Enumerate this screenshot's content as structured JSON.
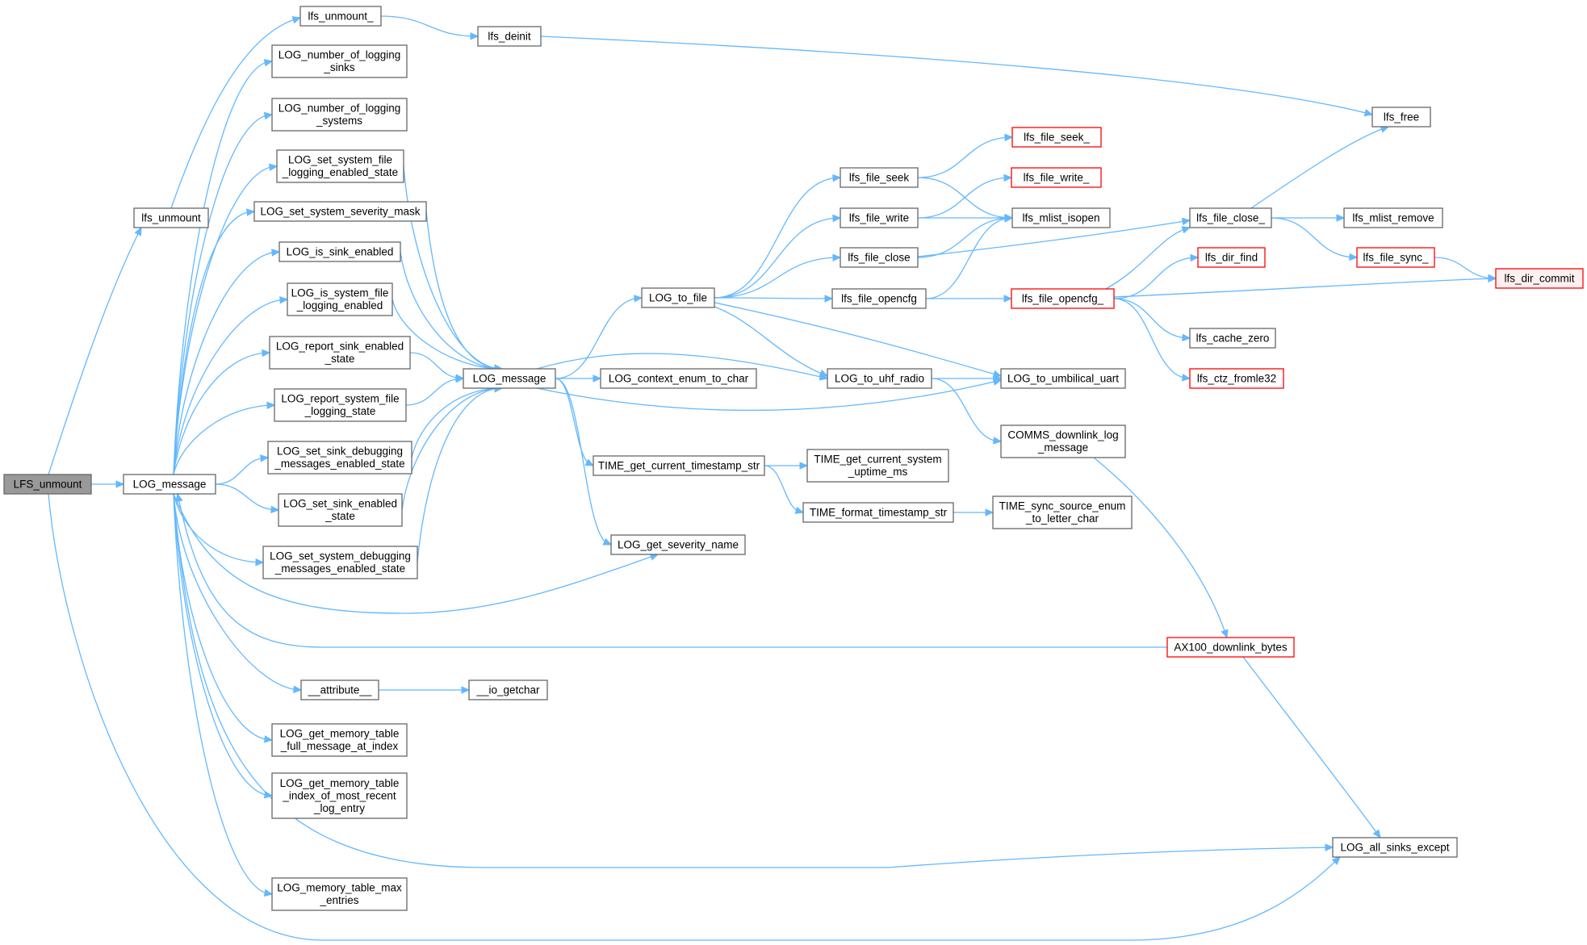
{
  "graph": {
    "nodes": [
      {
        "id": "root",
        "lines": [
          "LFS_unmount"
        ],
        "style": "root"
      },
      {
        "id": "logmsg_a",
        "lines": [
          "LOG_message"
        ]
      },
      {
        "id": "lfs_unmount",
        "lines": [
          "lfs_unmount"
        ]
      },
      {
        "id": "lfs_unmount_",
        "lines": [
          "lfs_unmount_"
        ]
      },
      {
        "id": "lfs_deinit",
        "lines": [
          "lfs_deinit"
        ]
      },
      {
        "id": "lfs_free",
        "lines": [
          "lfs_free"
        ]
      },
      {
        "id": "num_sinks",
        "lines": [
          "LOG_number_of_logging",
          "_sinks"
        ]
      },
      {
        "id": "num_systems",
        "lines": [
          "LOG_number_of_logging",
          "_systems"
        ]
      },
      {
        "id": "set_sys_file",
        "lines": [
          "LOG_set_system_file",
          "_logging_enabled_state"
        ]
      },
      {
        "id": "set_sev_mask",
        "lines": [
          "LOG_set_system_severity_mask"
        ]
      },
      {
        "id": "is_sink",
        "lines": [
          "LOG_is_sink_enabled"
        ]
      },
      {
        "id": "is_sys_file",
        "lines": [
          "LOG_is_system_file",
          "_logging_enabled"
        ]
      },
      {
        "id": "rep_sink",
        "lines": [
          "LOG_report_sink_enabled",
          "_state"
        ]
      },
      {
        "id": "rep_sys_file",
        "lines": [
          "LOG_report_system_file",
          "_logging_state"
        ]
      },
      {
        "id": "set_sink_dbg",
        "lines": [
          "LOG_set_sink_debugging",
          "_messages_enabled_state"
        ]
      },
      {
        "id": "set_sink_en",
        "lines": [
          "LOG_set_sink_enabled",
          "_state"
        ]
      },
      {
        "id": "set_sys_dbg",
        "lines": [
          "LOG_set_system_debugging",
          "_messages_enabled_state"
        ]
      },
      {
        "id": "logmsg_b",
        "lines": [
          "LOG_message"
        ]
      },
      {
        "id": "log_to_file",
        "lines": [
          "LOG_to_file"
        ]
      },
      {
        "id": "ctx_enum",
        "lines": [
          "LOG_context_enum_to_char"
        ]
      },
      {
        "id": "time_ts_str",
        "lines": [
          "TIME_get_current_timestamp_str"
        ]
      },
      {
        "id": "sev_name",
        "lines": [
          "LOG_get_severity_name"
        ]
      },
      {
        "id": "file_seek",
        "lines": [
          "lfs_file_seek"
        ]
      },
      {
        "id": "file_write",
        "lines": [
          "lfs_file_write"
        ]
      },
      {
        "id": "file_close",
        "lines": [
          "lfs_file_close"
        ]
      },
      {
        "id": "file_opencfg",
        "lines": [
          "lfs_file_opencfg"
        ]
      },
      {
        "id": "uhf",
        "lines": [
          "LOG_to_uhf_radio"
        ]
      },
      {
        "id": "file_seek_",
        "lines": [
          "lfs_file_seek_"
        ],
        "style": "trunc"
      },
      {
        "id": "file_write_",
        "lines": [
          "lfs_file_write_"
        ],
        "style": "trunc"
      },
      {
        "id": "mlist_isopen",
        "lines": [
          "lfs_mlist_isopen"
        ]
      },
      {
        "id": "file_opencfg_",
        "lines": [
          "lfs_file_opencfg_"
        ],
        "style": "trunc"
      },
      {
        "id": "umb_uart",
        "lines": [
          "LOG_to_umbilical_uart"
        ]
      },
      {
        "id": "comms_dl",
        "lines": [
          "COMMS_downlink_log",
          "_message"
        ]
      },
      {
        "id": "uptime",
        "lines": [
          "TIME_get_current_system",
          "_uptime_ms"
        ]
      },
      {
        "id": "fmt_ts",
        "lines": [
          "TIME_format_timestamp_str"
        ]
      },
      {
        "id": "sync_src",
        "lines": [
          "TIME_sync_source_enum",
          "_to_letter_char"
        ]
      },
      {
        "id": "file_close_",
        "lines": [
          "lfs_file_close_"
        ]
      },
      {
        "id": "dir_find",
        "lines": [
          "lfs_dir_find"
        ],
        "style": "trunc"
      },
      {
        "id": "cache_zero",
        "lines": [
          "lfs_cache_zero"
        ]
      },
      {
        "id": "ctz_fromle",
        "lines": [
          "lfs_ctz_fromle32"
        ],
        "style": "trunc"
      },
      {
        "id": "mlist_remove",
        "lines": [
          "lfs_mlist_remove"
        ]
      },
      {
        "id": "file_sync_",
        "lines": [
          "lfs_file_sync_"
        ],
        "style": "trunc"
      },
      {
        "id": "dir_commit",
        "lines": [
          "lfs_dir_commit"
        ],
        "style": "trunc-fill"
      },
      {
        "id": "ax100",
        "lines": [
          "AX100_downlink_bytes"
        ],
        "style": "trunc"
      },
      {
        "id": "attribute",
        "lines": [
          "__attribute__"
        ]
      },
      {
        "id": "io_getchar",
        "lines": [
          "__io_getchar"
        ]
      },
      {
        "id": "mem_full",
        "lines": [
          "LOG_get_memory_table",
          "_full_message_at_index"
        ]
      },
      {
        "id": "mem_idx",
        "lines": [
          "LOG_get_memory_table",
          "_index_of_most_recent",
          "_log_entry"
        ]
      },
      {
        "id": "all_sinks",
        "lines": [
          "LOG_all_sinks_except"
        ]
      },
      {
        "id": "mem_max",
        "lines": [
          "LOG_memory_table_max",
          "_entries"
        ]
      }
    ],
    "edges": [
      [
        "root",
        "logmsg_a"
      ],
      [
        "root",
        "lfs_unmount"
      ],
      [
        "root",
        "all_sinks"
      ],
      [
        "lfs_unmount",
        "lfs_unmount_"
      ],
      [
        "lfs_unmount_",
        "lfs_deinit"
      ],
      [
        "lfs_deinit",
        "lfs_free"
      ],
      [
        "logmsg_a",
        "num_sinks"
      ],
      [
        "logmsg_a",
        "num_systems"
      ],
      [
        "logmsg_a",
        "set_sys_file"
      ],
      [
        "logmsg_a",
        "set_sev_mask"
      ],
      [
        "logmsg_a",
        "is_sink"
      ],
      [
        "logmsg_a",
        "is_sys_file"
      ],
      [
        "logmsg_a",
        "rep_sink"
      ],
      [
        "logmsg_a",
        "rep_sys_file"
      ],
      [
        "logmsg_a",
        "set_sink_dbg"
      ],
      [
        "logmsg_a",
        "set_sink_en"
      ],
      [
        "logmsg_a",
        "set_sys_dbg"
      ],
      [
        "logmsg_a",
        "sev_name"
      ],
      [
        "logmsg_a",
        "attribute"
      ],
      [
        "logmsg_a",
        "mem_full"
      ],
      [
        "logmsg_a",
        "mem_idx"
      ],
      [
        "logmsg_a",
        "all_sinks"
      ],
      [
        "logmsg_a",
        "mem_max"
      ],
      [
        "set_sys_file",
        "logmsg_b"
      ],
      [
        "set_sev_mask",
        "logmsg_b"
      ],
      [
        "is_sink",
        "logmsg_b"
      ],
      [
        "is_sys_file",
        "logmsg_b"
      ],
      [
        "rep_sink",
        "logmsg_b"
      ],
      [
        "rep_sys_file",
        "logmsg_b"
      ],
      [
        "set_sink_dbg",
        "logmsg_b"
      ],
      [
        "set_sink_en",
        "logmsg_b"
      ],
      [
        "set_sys_dbg",
        "logmsg_b"
      ],
      [
        "logmsg_b",
        "log_to_file"
      ],
      [
        "logmsg_b",
        "ctx_enum"
      ],
      [
        "logmsg_b",
        "time_ts_str"
      ],
      [
        "logmsg_b",
        "sev_name"
      ],
      [
        "logmsg_b",
        "uhf"
      ],
      [
        "logmsg_b",
        "umb_uart"
      ],
      [
        "log_to_file",
        "file_seek"
      ],
      [
        "log_to_file",
        "file_write"
      ],
      [
        "log_to_file",
        "file_close"
      ],
      [
        "log_to_file",
        "file_opencfg"
      ],
      [
        "log_to_file",
        "uhf"
      ],
      [
        "log_to_file",
        "umb_uart"
      ],
      [
        "file_seek",
        "file_seek_"
      ],
      [
        "file_seek",
        "mlist_isopen"
      ],
      [
        "file_write",
        "file_write_"
      ],
      [
        "file_write",
        "mlist_isopen"
      ],
      [
        "file_close",
        "mlist_isopen"
      ],
      [
        "file_close",
        "file_close_"
      ],
      [
        "file_opencfg",
        "mlist_isopen"
      ],
      [
        "file_opencfg",
        "file_opencfg_"
      ],
      [
        "file_opencfg_",
        "file_close_"
      ],
      [
        "file_opencfg_",
        "dir_find"
      ],
      [
        "file_opencfg_",
        "dir_commit"
      ],
      [
        "file_opencfg_",
        "cache_zero"
      ],
      [
        "file_opencfg_",
        "ctz_fromle"
      ],
      [
        "file_close_",
        "lfs_free"
      ],
      [
        "file_close_",
        "mlist_remove"
      ],
      [
        "file_close_",
        "file_sync_"
      ],
      [
        "file_sync_",
        "dir_commit"
      ],
      [
        "uhf",
        "umb_uart"
      ],
      [
        "uhf",
        "comms_dl"
      ],
      [
        "comms_dl",
        "ax100"
      ],
      [
        "ax100",
        "logmsg_a"
      ],
      [
        "ax100",
        "all_sinks"
      ],
      [
        "time_ts_str",
        "uptime"
      ],
      [
        "time_ts_str",
        "fmt_ts"
      ],
      [
        "fmt_ts",
        "sync_src"
      ],
      [
        "attribute",
        "io_getchar"
      ]
    ]
  }
}
